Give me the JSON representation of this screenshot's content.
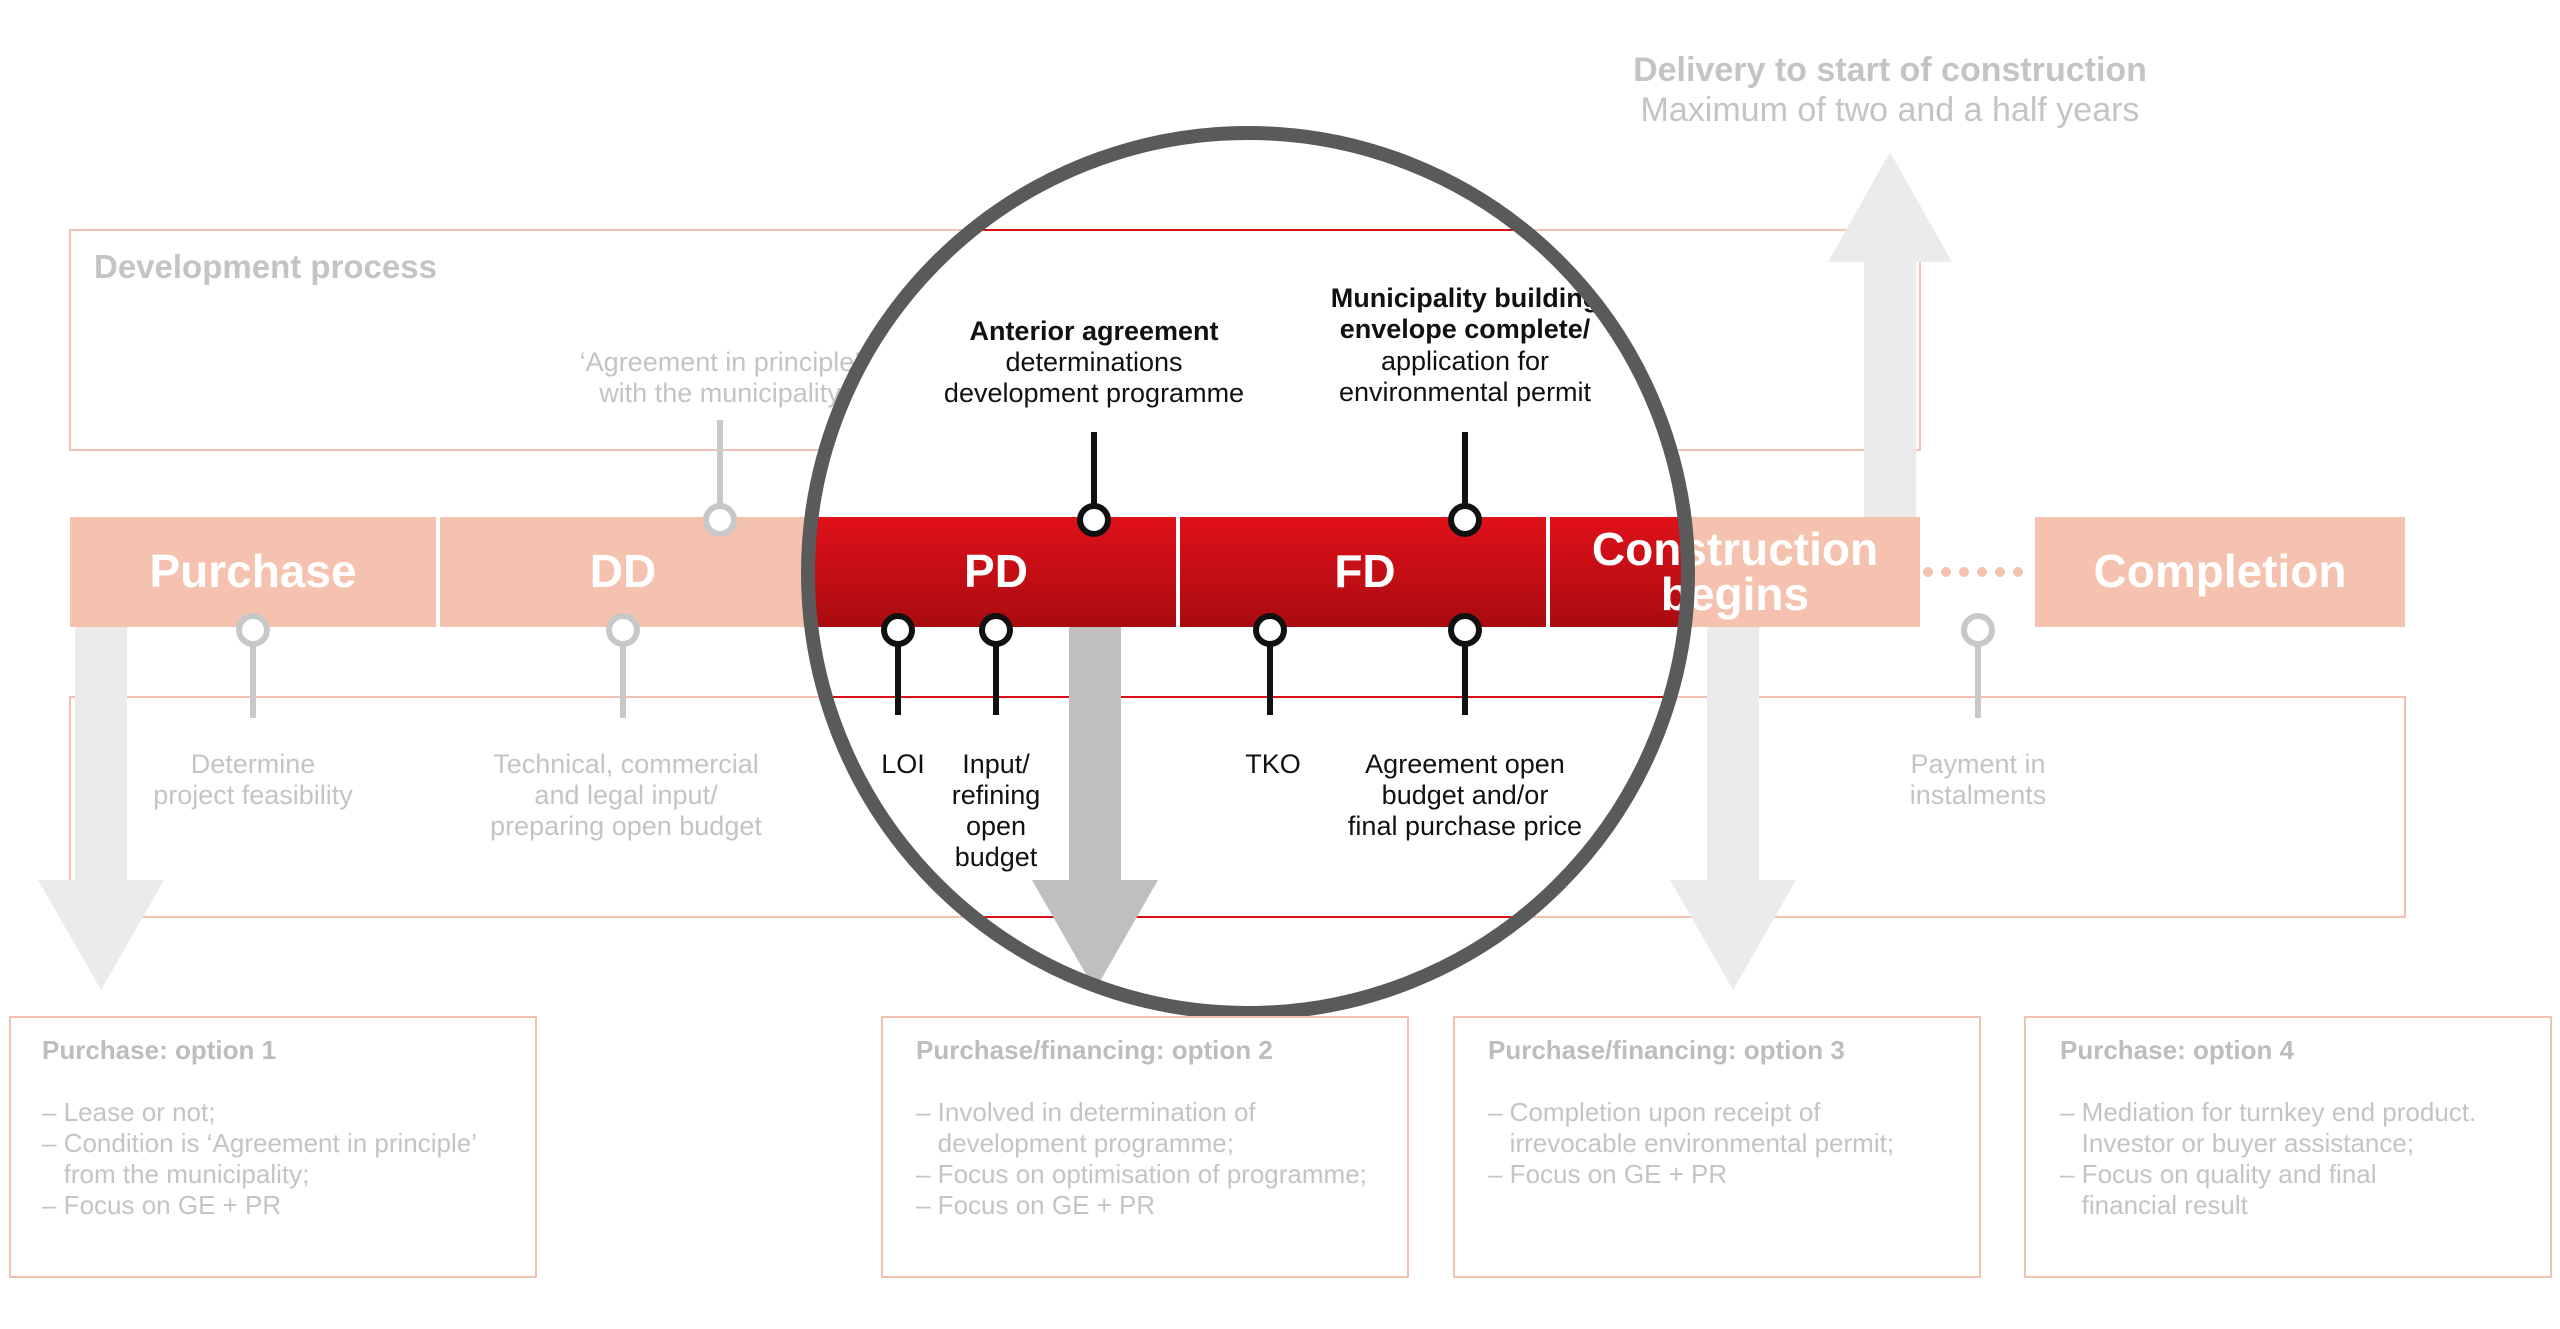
{
  "delivery": {
    "title": "Delivery to start of construction",
    "subtitle": "Maximum of two and a half years"
  },
  "development_process": {
    "label": "Development process"
  },
  "stages": {
    "purchase": "Purchase",
    "dd": "DD",
    "pd": "PD",
    "fd": "FD",
    "construction_line1": "Construction",
    "construction_line2": "begins",
    "completion": "Completion"
  },
  "upper_milestones": {
    "agreement_principle": [
      "‘Agreement in principle’",
      "with the municipality"
    ],
    "anterior_agreement": {
      "title": "Anterior agreement",
      "lines": [
        "determinations",
        "development programme"
      ]
    },
    "municipality": {
      "title_lines": [
        "Municipality building",
        "envelope complete/"
      ],
      "lines": [
        "application for",
        "environmental permit"
      ]
    }
  },
  "lower_milestones": {
    "determine": [
      "Determine",
      "project feasibility"
    ],
    "technical": [
      "Technical, commercial",
      "and legal input/",
      "preparing open budget"
    ],
    "loi": [
      "LOI"
    ],
    "input": [
      "Input/",
      "refining",
      "open",
      "budget"
    ],
    "tko": [
      "TKO"
    ],
    "agreement_open": [
      "Agreement open",
      "budget and/or",
      "final purchase price"
    ],
    "payment": [
      "Payment in",
      "instalments"
    ]
  },
  "options": [
    {
      "title": "Purchase: option 1",
      "lines": [
        "– Lease or not;",
        "– Condition is ‘Agreement in principle’",
        "   from the municipality;",
        "– Focus on GE + PR"
      ]
    },
    {
      "title": "Purchase/financing: option 2",
      "lines": [
        "– Involved in determination of",
        "   development programme;",
        "– Focus on optimisation of programme;",
        "– Focus on GE + PR"
      ]
    },
    {
      "title": "Purchase/financing: option 3",
      "lines": [
        "– Completion upon receipt of",
        "   irrevocable environmental permit;",
        "– Focus on GE + PR"
      ]
    },
    {
      "title": "Purchase: option 4",
      "lines": [
        "– Mediation for turnkey end product.",
        "   Investor or buyer assistance;",
        "– Focus on quality and final",
        "   financial result"
      ]
    }
  ],
  "colors": {
    "salmon": "#f4c2ae",
    "red": "#d80f16",
    "red_dark": "#a80c10",
    "box_border": "#f2c1b1",
    "arrow_grey": "#ebebeb",
    "arrow_dark": "#bfbfbf",
    "magnifier_ring": "#5a5a5a"
  }
}
